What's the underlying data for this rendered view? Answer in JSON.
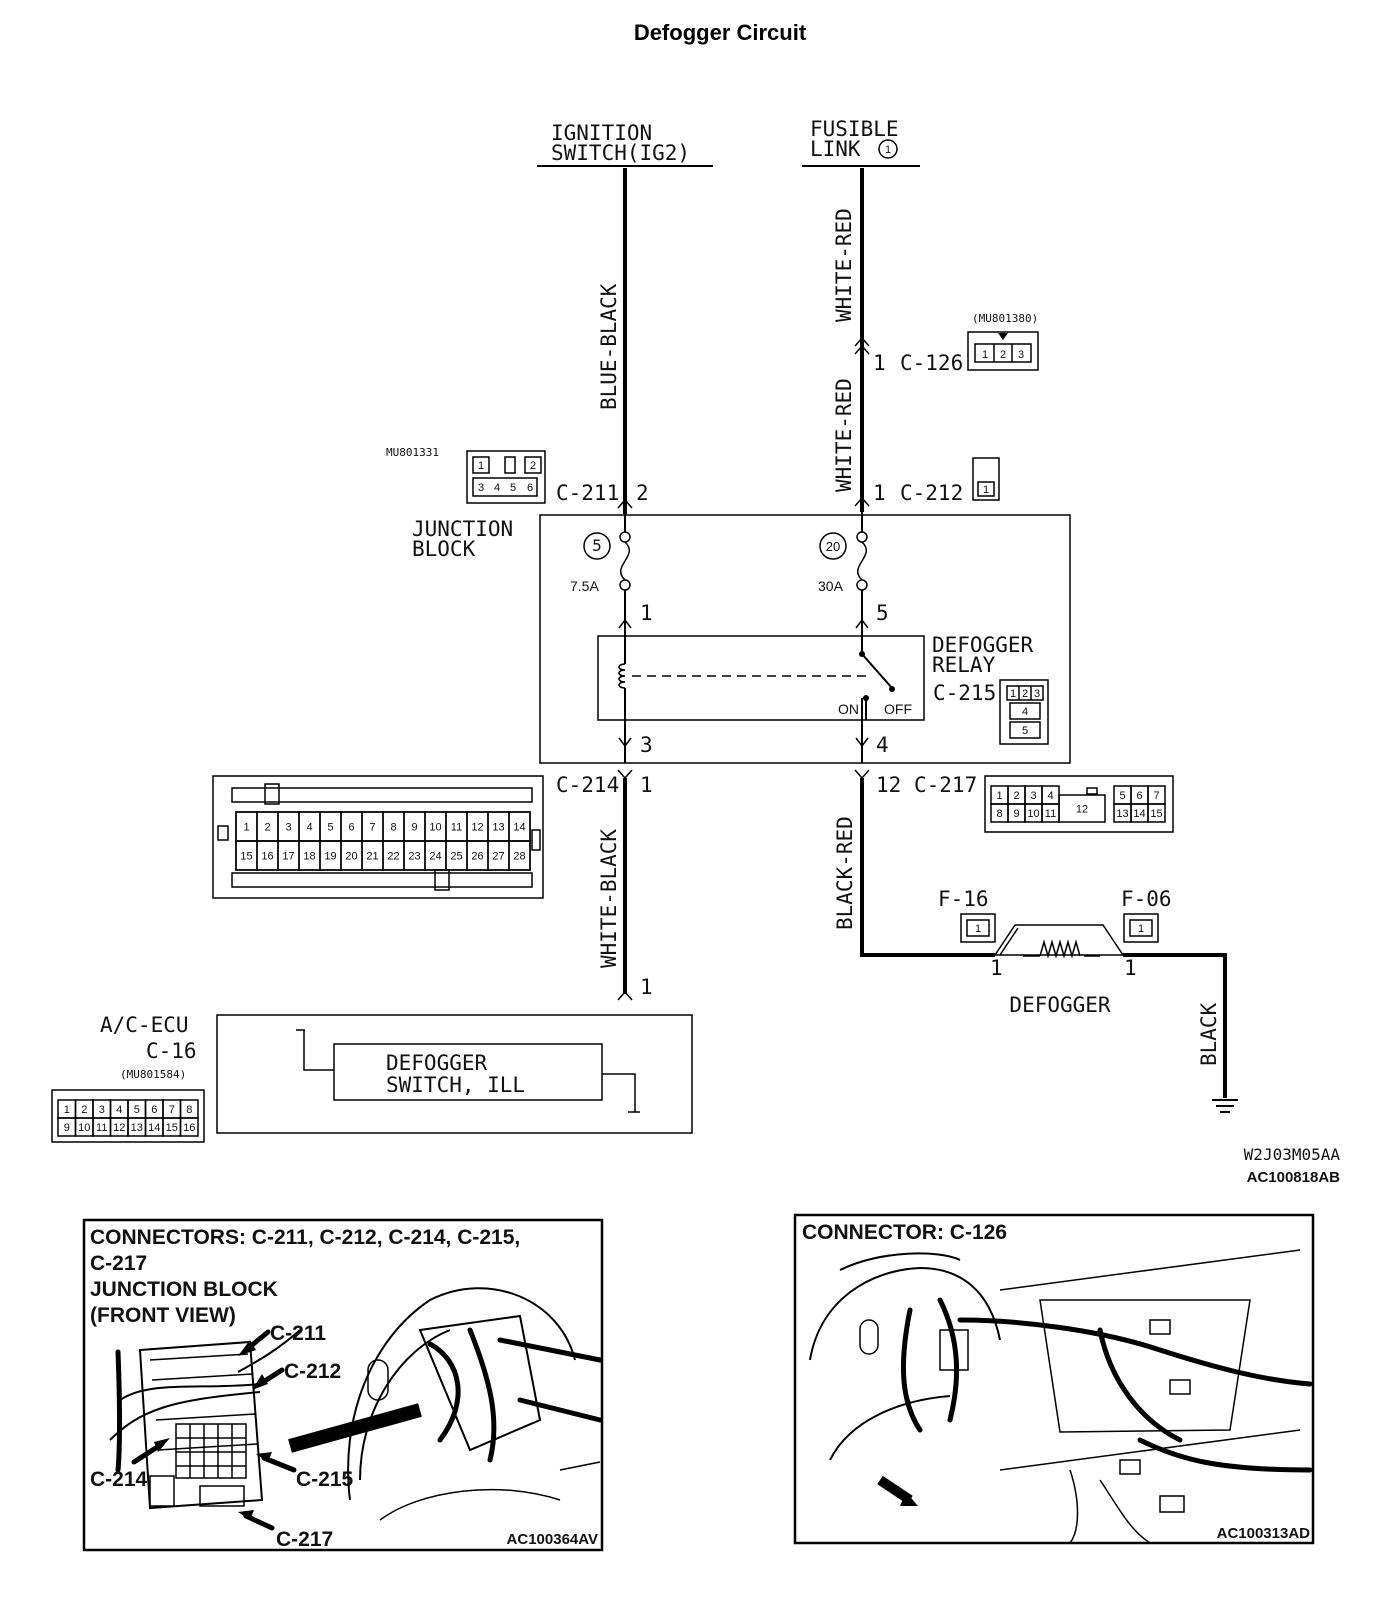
{
  "title": "Defogger Circuit",
  "sources": {
    "ignition_switch": [
      "IGNITION",
      "SWITCH(IG2)"
    ],
    "fusible_link": [
      "FUSIBLE",
      "LINK"
    ],
    "fusible_link_number": "1"
  },
  "wires": {
    "blue_black": "BLUE-BLACK",
    "white_red_upper": "WHITE-RED",
    "white_red_lower": "WHITE-RED",
    "white_black": "WHITE-BLACK",
    "black_red": "BLACK-RED",
    "black": "BLACK"
  },
  "connectors": {
    "c126": {
      "label": "C-126",
      "pin": "1",
      "part": "(MU801380)",
      "pins": [
        "1",
        "2",
        "3"
      ]
    },
    "c211": {
      "label": "C-211",
      "pin": "2",
      "part": "MU801331",
      "pins": [
        "1",
        "2",
        "3",
        "4",
        "5",
        "6"
      ]
    },
    "c212": {
      "label": "C-212",
      "pin": "1",
      "pins": [
        "1"
      ]
    },
    "c215": {
      "label": "C-215",
      "pins": [
        "1",
        "2",
        "3",
        "4",
        "5"
      ]
    },
    "c214": {
      "label": "C-214",
      "pin": "1",
      "pins": [
        "1",
        "2",
        "3",
        "4",
        "5",
        "6",
        "7",
        "8",
        "9",
        "10",
        "11",
        "12",
        "13",
        "14",
        "15",
        "16",
        "17",
        "18",
        "19",
        "20",
        "21",
        "22",
        "23",
        "24",
        "25",
        "26",
        "27",
        "28"
      ]
    },
    "c217": {
      "label": "C-217",
      "pin": "12",
      "pins": [
        "1",
        "2",
        "3",
        "4",
        "5",
        "6",
        "7",
        "8",
        "9",
        "10",
        "11",
        "12",
        "13",
        "14",
        "15"
      ]
    },
    "c16": {
      "label": "C-16",
      "part": "(MU801584)",
      "pins": [
        "1",
        "2",
        "3",
        "4",
        "5",
        "6",
        "7",
        "8",
        "9",
        "10",
        "11",
        "12",
        "13",
        "14",
        "15",
        "16"
      ]
    },
    "f16": {
      "label": "F-16",
      "pin": "1"
    },
    "f06": {
      "label": "F-06",
      "pin": "1"
    }
  },
  "junction_block": {
    "label": [
      "JUNCTION",
      "BLOCK"
    ],
    "fuse5": {
      "number": "5",
      "rating": "7.5A"
    },
    "fuse20": {
      "number": "20",
      "rating": "30A"
    },
    "pins": {
      "left_top": "1",
      "right_top": "5",
      "left_bottom": "3",
      "right_bottom": "4"
    }
  },
  "relay": {
    "label": [
      "DEFOGGER",
      "RELAY"
    ],
    "on": "ON",
    "off": "OFF"
  },
  "ecu": {
    "label": "A/C-ECU",
    "pin": "1",
    "switch": [
      "DEFOGGER",
      "SWITCH, ILL"
    ]
  },
  "defogger": {
    "label": "DEFOGGER"
  },
  "figure_codes": {
    "code1": "W2J03M05AA",
    "code2": "AC100818AB"
  },
  "inset_left": {
    "title": [
      "CONNECTORS: C-211, C-212, C-214, C-215,",
      "C-217",
      "JUNCTION BLOCK",
      "(FRONT VIEW)"
    ],
    "callouts": [
      "C-211",
      "C-212",
      "C-214",
      "C-215",
      "C-217"
    ],
    "code": "AC100364AV"
  },
  "inset_right": {
    "title": "CONNECTOR: C-126",
    "code": "AC100313AD"
  }
}
